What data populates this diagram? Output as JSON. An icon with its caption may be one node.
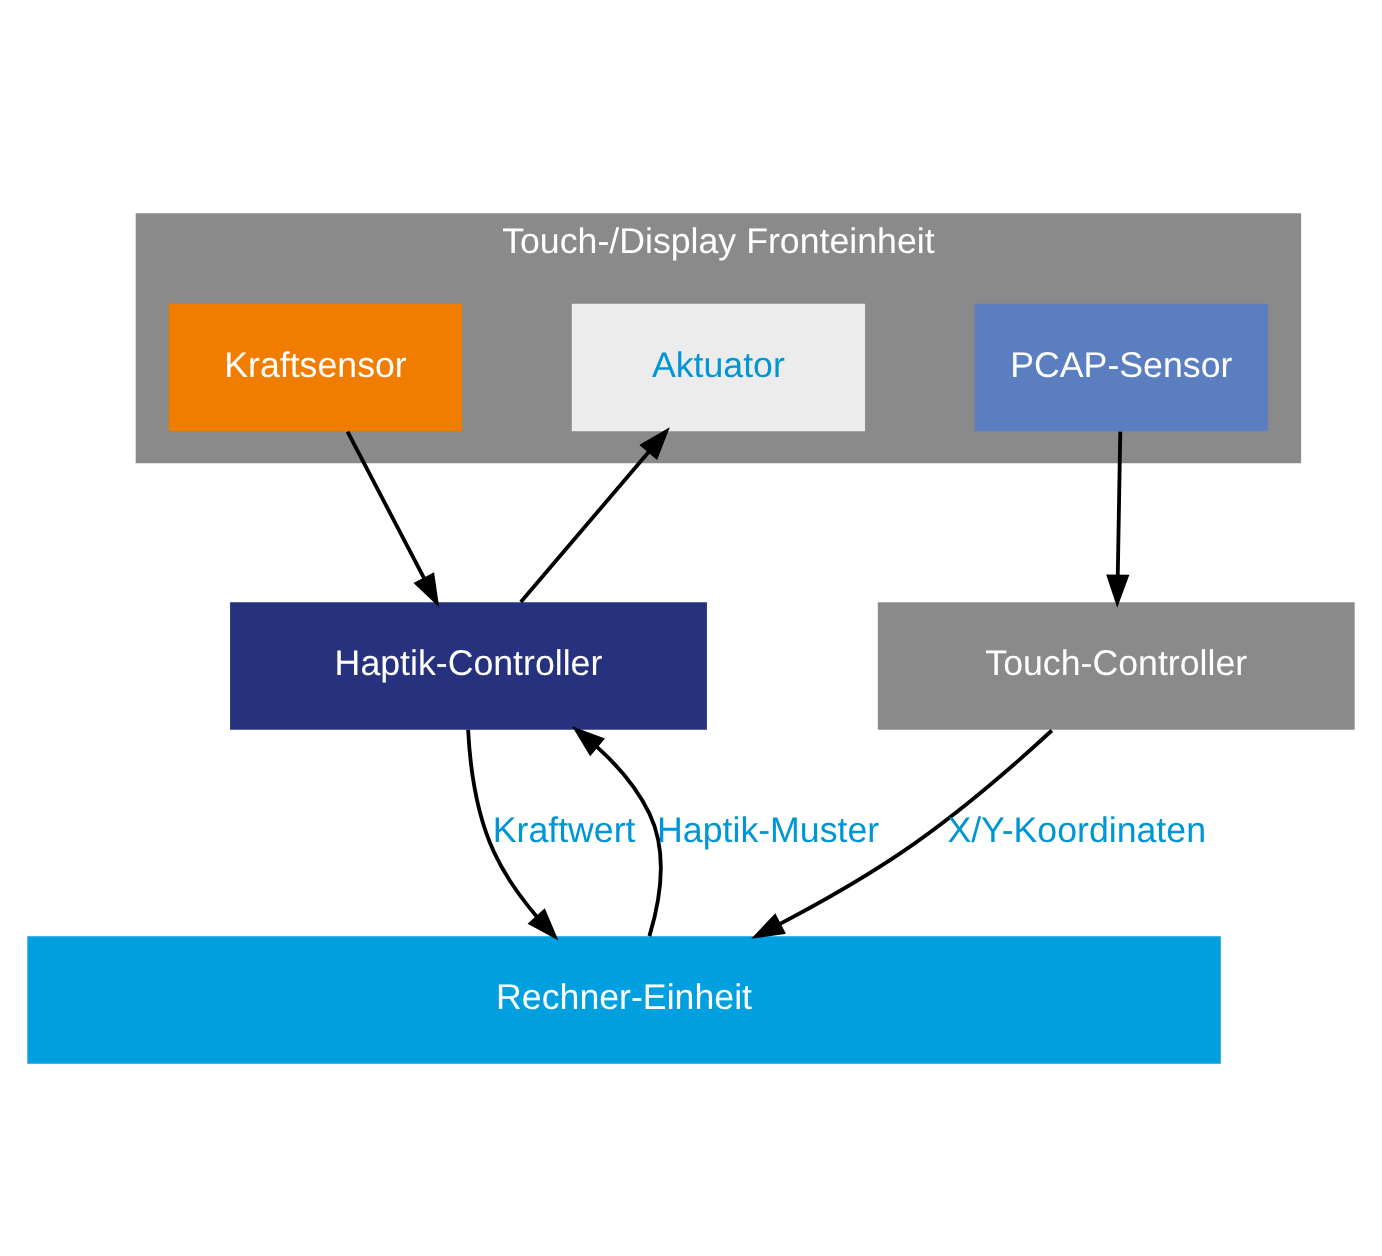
{
  "diagram": {
    "nodes": [
      {
        "text": [
          "Touch-/Display Fronteinheit"
        ]
      },
      {
        "text": [
          "Kraftsensor"
        ],
        "in": 0
      },
      {
        "text": [
          "Aktuator"
        ],
        "in": 0
      },
      {
        "text": [
          "PCAP-Sensor"
        ],
        "in": 0
      },
      {
        "text": [
          "Haptik-Controller"
        ]
      },
      {
        "text": [
          "Touch-Controller"
        ]
      },
      {
        "text": [
          "Rechner-Einheit"
        ]
      }
    ],
    "edges": [
      {
        "from": 1,
        "to": 4,
        "arrow": "to"
      },
      {
        "from": 4,
        "to": 2,
        "arrow": "to"
      },
      {
        "from": 3,
        "to": 5,
        "arrow": "to"
      },
      {
        "from": 4,
        "to": 6,
        "arrow": "to",
        "label": "Kraftwert"
      },
      {
        "from": 6,
        "to": 4,
        "arrow": "to",
        "label": "Haptik-Muster"
      },
      {
        "from": 5,
        "to": 6,
        "arrow": "to",
        "label": "X/Y-Koordinaten"
      }
    ]
  }
}
